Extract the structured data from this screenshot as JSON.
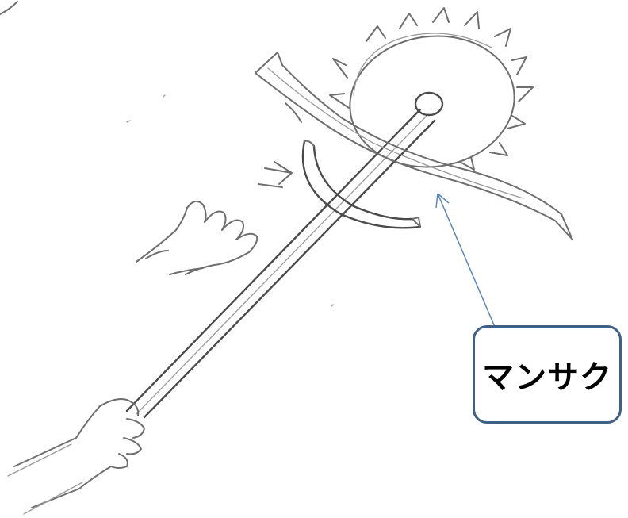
{
  "callout": {
    "label": "マンサク"
  },
  "colors": {
    "pencil": "#6e6e6e",
    "pointer_line": "#5b86b5",
    "callout_border": "#3f5f85",
    "background": "#ffffff"
  },
  "icons": {
    "sun": "spiky-circle-sketch",
    "hand_wave": "waving-hand-sketch",
    "hand_grip": "gripping-hand-sketch",
    "motion_arrow": "double-arrow-sketch"
  }
}
